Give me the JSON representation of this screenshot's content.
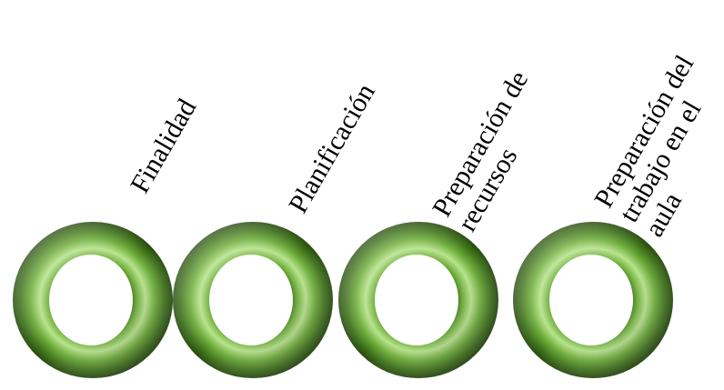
{
  "steps": [
    {
      "lines": [
        "Finalidad"
      ]
    },
    {
      "lines": [
        "Planificación"
      ]
    },
    {
      "lines": [
        "Preparación de",
        "recursos"
      ]
    },
    {
      "lines": [
        "Preparación del",
        "trabajo en el",
        "aula"
      ]
    }
  ],
  "colors": {
    "ring_light": "#9ed86a",
    "ring_mid": "#5f9e2e",
    "ring_dark": "#2f5a12",
    "text": "#000000",
    "background": "#ffffff"
  },
  "icons": [
    "green-torus-ring",
    "green-torus-ring",
    "green-torus-ring",
    "green-torus-ring"
  ]
}
